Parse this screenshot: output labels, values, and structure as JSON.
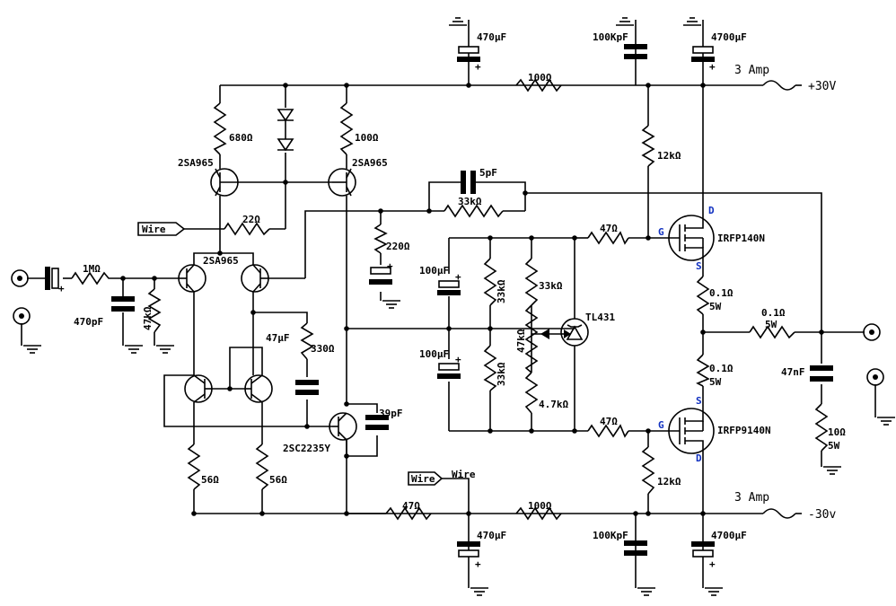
{
  "rails": {
    "pos_fuse": "3 Amp",
    "pos_voltage": "+30V",
    "neg_fuse": "3 Amp",
    "neg_voltage": "-30v"
  },
  "capacitors": {
    "c_top_470u": "470µF",
    "c_top_100k": "100KpF",
    "c_top_4700u": "4700µF",
    "c_bot_470u": "470µF",
    "c_bot_100k": "100KpF",
    "c_bot_4700u": "4700µF",
    "c_5p": "5pF",
    "c_470p": "470pF",
    "c_47u": "47µF",
    "c_39p": "39pF",
    "c_100u_top": "100µF",
    "c_100u_bot": "100µF",
    "c_47n": "47nF"
  },
  "resistors": {
    "r_100_top": "100Ω",
    "r_100_bot": "100Ω",
    "r_680": "680Ω",
    "r_100_q2": "100Ω",
    "r_12k_top": "12kΩ",
    "r_12k_bot": "12kΩ",
    "r_22": "22Ω",
    "r_33k_fb": "33kΩ",
    "r_220": "220Ω",
    "r_1m": "1MΩ",
    "r_47k_in": "47kΩ",
    "r_330": "330Ω",
    "r_56_l": "56Ω",
    "r_56_r": "56Ω",
    "r_47_bot": "47Ω",
    "r_47_gtop": "47Ω",
    "r_47_gbot": "47Ω",
    "r_33k_a": "33kΩ",
    "r_33k_b": "33kΩ",
    "r_33k_c": "33kΩ",
    "r_47k_pot": "47kΩ",
    "r_4k7": "4.7kΩ",
    "r_01_top": "0.1Ω",
    "r_01_top_w": "5W",
    "r_01_bot": "0.1Ω",
    "r_01_bot_w": "5W",
    "r_01_out": "0.1Ω",
    "r_01_out_w": "5W",
    "r_10": "10Ω",
    "r_10_w": "5W"
  },
  "transistors": {
    "q_2sa965_l": "2SA965",
    "q_2sa965_r": "2SA965",
    "q_2sa965_diff": "2SA965",
    "q_2sc2235y": "2SC2235Y",
    "q_irfp140n": "IRFP140N",
    "q_irfp9140n": "IRFP9140N",
    "ic_tl431": "TL431"
  },
  "pins": {
    "g": "G",
    "d": "D",
    "s": "S"
  },
  "tags": {
    "wire_1": "Wire",
    "wire_2": "Wire",
    "wire_2_label": "Wire"
  }
}
